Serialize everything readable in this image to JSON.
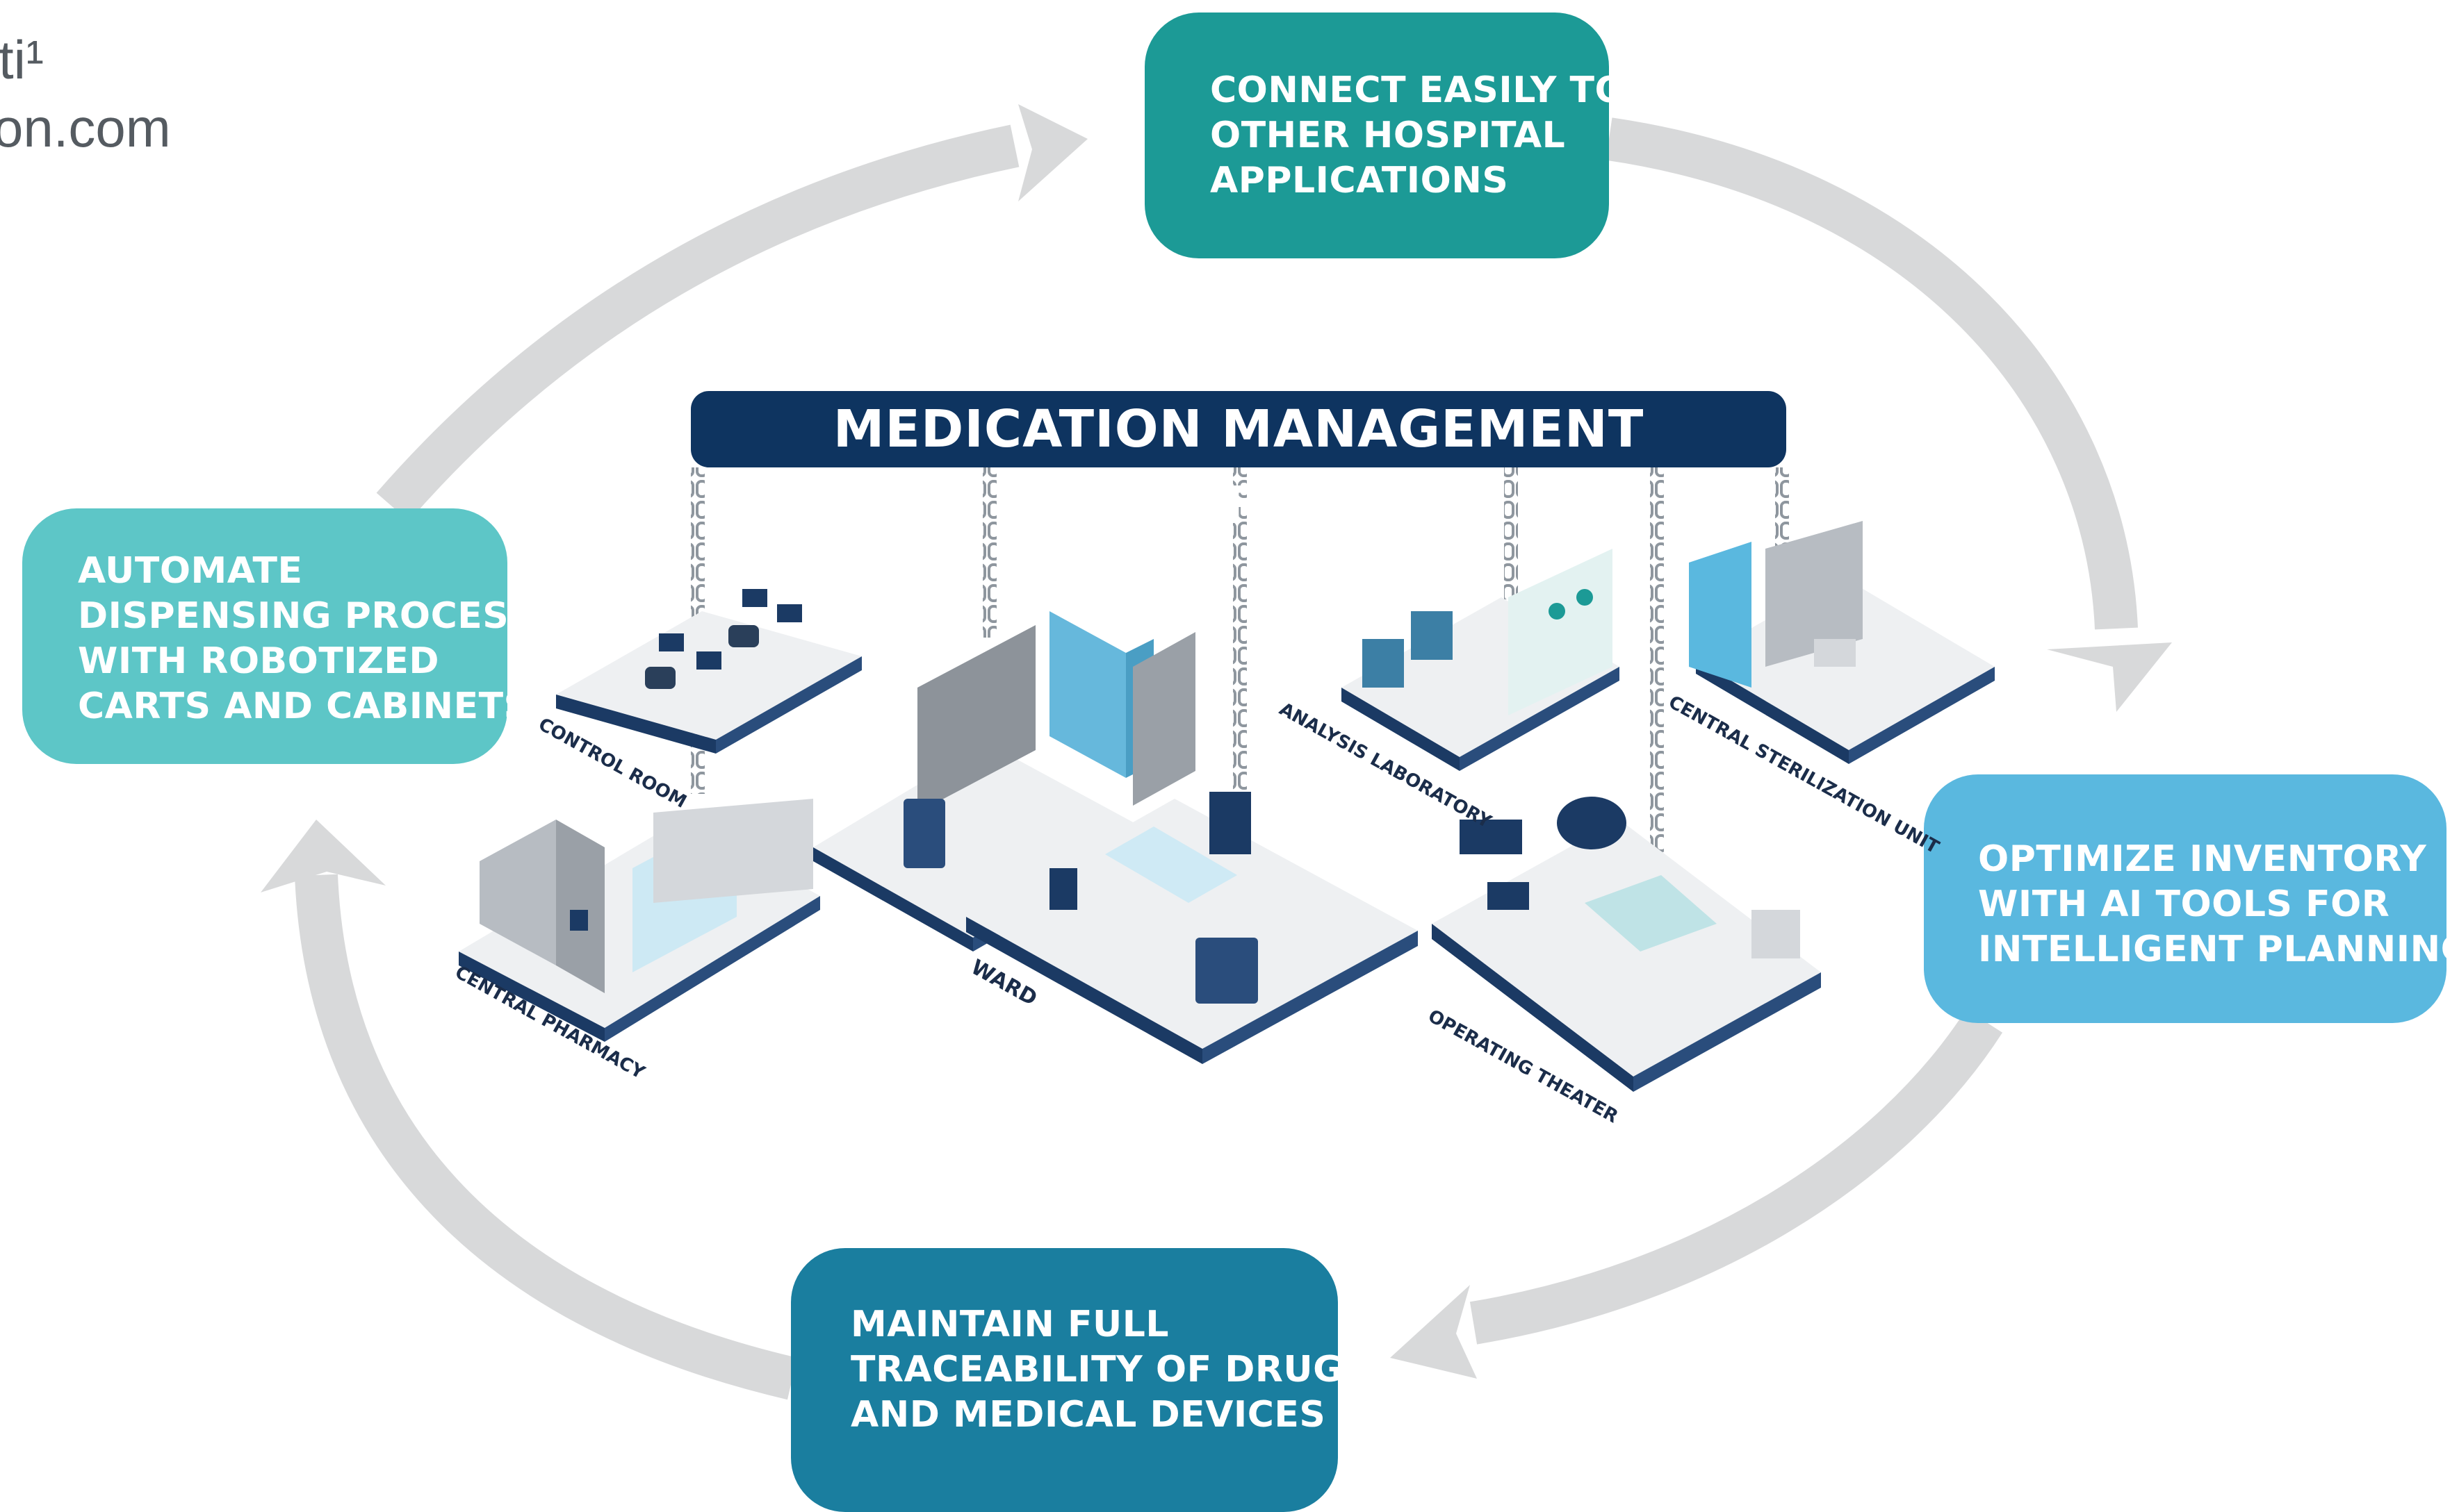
{
  "corner_text": {
    "line1": "ti¹",
    "line2": "on.com"
  },
  "platform": {
    "title": "MEDICATION MANAGEMENT PLATFORM"
  },
  "boxes": {
    "top": {
      "lines": [
        "CONNECT EASILY TO",
        "OTHER HOSPITAL",
        "APPLICATIONS"
      ],
      "color": "#1c9a96"
    },
    "left": {
      "lines": [
        "AUTOMATE",
        "DISPENSING PROCESS",
        "WITH ROBOTIZED",
        "CARTS AND CABINETS"
      ],
      "color": "#5dc6c7"
    },
    "right": {
      "lines": [
        "OPTIMIZE INVENTORY",
        "WITH AI TOOLS FOR",
        "INTELLIGENT PLANNING"
      ],
      "color": "#5ab8df"
    },
    "bottom": {
      "lines": [
        "MAINTAIN FULL",
        "TRACEABILITY OF DRUGS",
        "AND MEDICAL DEVICES"
      ],
      "color": "#1a7e9f"
    }
  },
  "rooms": {
    "control_room": "CONTROL ROOM",
    "central_pharmacy": "CENTRAL PHARMACY",
    "ward": "WARD",
    "analysis_laboratory": "ANALYSIS LABORATORY",
    "central_sterilization_unit": "CENTRAL STERILIZATION UNIT",
    "operating_theater": "OPERATING THEATER"
  },
  "colors": {
    "navy": "#0e3460",
    "platform_edge": "#1b3a64",
    "arrow_gray": "#d8d9da",
    "floor": "#eef0f2",
    "teal": "#1c9a96"
  }
}
